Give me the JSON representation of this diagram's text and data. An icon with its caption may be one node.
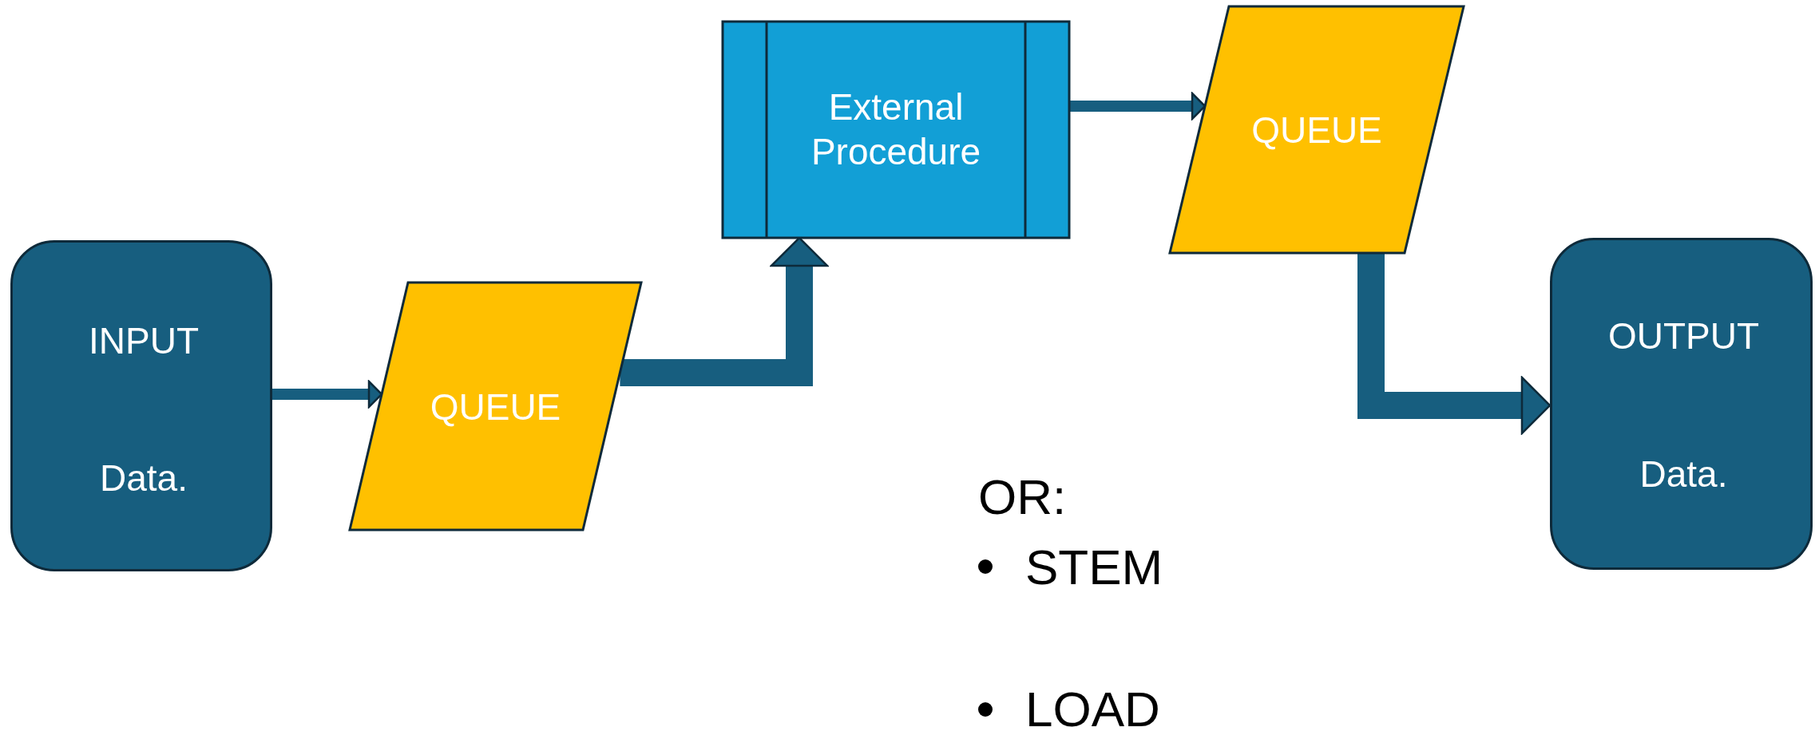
{
  "diagram": {
    "nodes": [
      {
        "text": [
          "INPUT",
          "Data."
        ]
      },
      {
        "text": [
          "QUEUE"
        ]
      },
      {
        "text": [
          "External Procedure"
        ]
      },
      {
        "text": [
          "QUEUE"
        ]
      },
      {
        "text": [
          "OUTPUT",
          "Data."
        ]
      }
    ],
    "edges": [
      {
        "from": 0,
        "to": 1,
        "arrow": "to"
      },
      {
        "from": 1,
        "to": 2,
        "arrow": "to",
        "style": "thick"
      },
      {
        "from": 2,
        "to": 3,
        "arrow": "to"
      },
      {
        "from": 3,
        "to": 4,
        "arrow": "to",
        "style": "thick"
      }
    ],
    "labels": [
      "OR:",
      "STEM",
      "LOAD"
    ]
  }
}
